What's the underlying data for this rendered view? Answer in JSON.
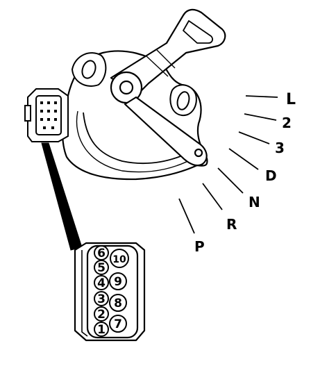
{
  "positions": [
    {
      "key": "L",
      "label": "L"
    },
    {
      "key": "2",
      "label": "2"
    },
    {
      "key": "3",
      "label": "3"
    },
    {
      "key": "D",
      "label": "D"
    },
    {
      "key": "N",
      "label": "N"
    },
    {
      "key": "R",
      "label": "R"
    },
    {
      "key": "P",
      "label": "P"
    }
  ],
  "connector": {
    "pins": [
      {
        "id": "p1",
        "label": "1"
      },
      {
        "id": "p2",
        "label": "2"
      },
      {
        "id": "p3",
        "label": "3"
      },
      {
        "id": "p4",
        "label": "4"
      },
      {
        "id": "p5",
        "label": "5"
      },
      {
        "id": "p6",
        "label": "6"
      },
      {
        "id": "p7",
        "label": "7"
      },
      {
        "id": "p8",
        "label": "8"
      },
      {
        "id": "p9",
        "label": "9"
      },
      {
        "id": "p10",
        "label": "10"
      }
    ]
  }
}
